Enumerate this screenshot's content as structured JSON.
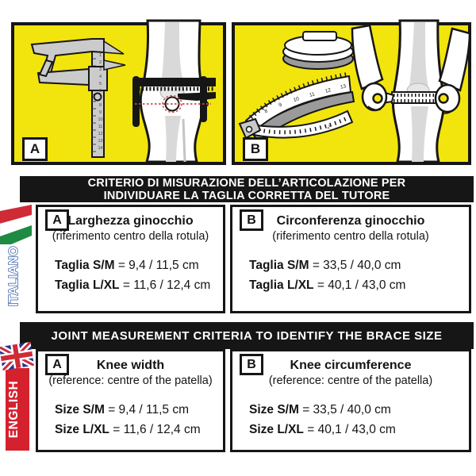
{
  "panels": {
    "a": {
      "label": "A",
      "caliper_numbers": [
        "1",
        "2",
        "3",
        "4",
        "5",
        "6",
        "7",
        "8",
        "9",
        "10",
        "11",
        "12",
        "13",
        "14"
      ]
    },
    "b": {
      "label": "B",
      "tape_numbers": [
        "8",
        "9",
        "10",
        "11",
        "12",
        "13"
      ],
      "tape_lower_number": "2"
    }
  },
  "italian": {
    "language_label": "ITALIANO",
    "header_line1": "CRITERIO DI MISURAZIONE DELL’ARTICOLAZIONE PER",
    "header_line2": "INDIVIDUARE LA TAGLIA CORRETTA DEL TUTORE",
    "cells": [
      {
        "label": "A",
        "title": "Larghezza ginocchio",
        "subtitle": "(riferimento centro della rotula)",
        "row1_bold": "Taglia S/M",
        "row1_rest": " = 9,4 / 11,5 cm",
        "row2_bold": "Taglia L/XL",
        "row2_rest": " = 11,6 / 12,4 cm"
      },
      {
        "label": "B",
        "title": "Circonferenza ginocchio",
        "subtitle": "(riferimento centro della rotula)",
        "row1_bold": "Taglia S/M",
        "row1_rest": " = 33,5 / 40,0 cm",
        "row2_bold": "Taglia L/XL",
        "row2_rest": " = 40,1 / 43,0 cm"
      }
    ]
  },
  "english": {
    "language_label": "ENGLISH",
    "header": "JOINT MEASUREMENT CRITERIA TO IDENTIFY THE BRACE SIZE",
    "cells": [
      {
        "label": "A",
        "title": "Knee width",
        "subtitle": "(reference: centre of the patella)",
        "row1_bold": "Size S/M",
        "row1_rest": " = 9,4 / 11,5 cm",
        "row2_bold": "Size L/XL",
        "row2_rest": " = 11,6 / 12,4 cm"
      },
      {
        "label": "B",
        "title": "Knee circumference",
        "subtitle": "(reference: centre of the patella)",
        "row1_bold": "Size S/M",
        "row1_rest": " = 33,5 / 40,0 cm",
        "row2_bold": "Size L/XL",
        "row2_rest": " = 40,1 / 43,0 cm"
      }
    ]
  },
  "colors": {
    "panel_yellow": "#F2E40D",
    "bar_black": "#161616",
    "english_red": "#D5212E",
    "italian_flag_red": "#CE2B37",
    "italian_flag_green": "#1E8A44",
    "union_jack_blue": "#26348B",
    "italiano_outline_blue": "#2B56A5",
    "measure_dotted_red": "#D24A4A"
  }
}
